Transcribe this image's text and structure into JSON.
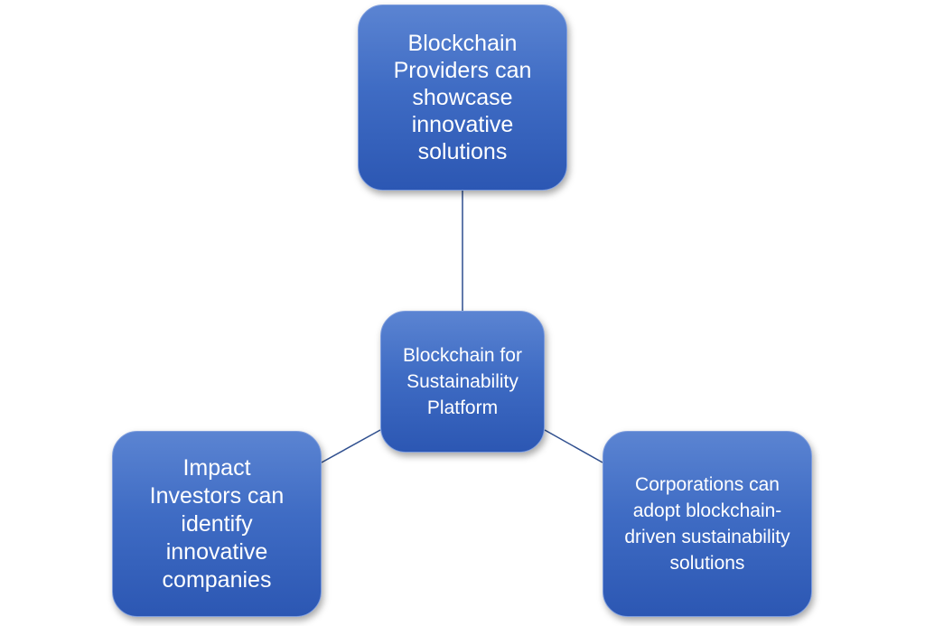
{
  "diagram": {
    "center": {
      "label": "Blockchain for Sustainability Platform"
    },
    "top": {
      "label": "Blockchain Providers can showcase innovative solutions"
    },
    "left": {
      "label": "Impact Investors can identify innovative companies"
    },
    "right": {
      "label": "Corporations can adopt blockchain-driven sustainability solutions"
    }
  },
  "colors": {
    "node_fill": "#3f6cc4",
    "node_border": "#7f9ede",
    "connector": "#2f4f8f",
    "text": "#ffffff",
    "background": "#ffffff"
  }
}
